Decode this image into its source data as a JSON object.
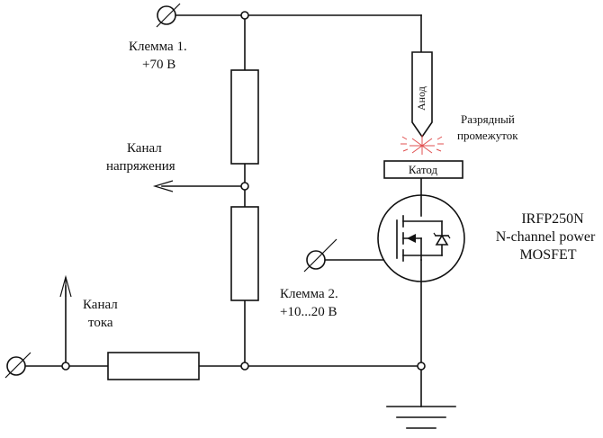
{
  "labels": {
    "terminal1_line1": "Клемма 1.",
    "terminal1_line2": "+70 В",
    "voltage_channel_line1": "Канал",
    "voltage_channel_line2": "напряжения",
    "current_channel_line1": "Канал",
    "current_channel_line2": "тока",
    "terminal2_line1": "Клемма 2.",
    "terminal2_line2": "+10...20 В",
    "anode": "Анод",
    "cathode": "Катод",
    "gap_line1": "Разрядный",
    "gap_line2": "промежуток",
    "mosfet_line1": "IRFP250N",
    "mosfet_line2": "N-channel power",
    "mosfet_line3": "MOSFET"
  },
  "colors": {
    "wire": "#111111",
    "spark": "#e05050",
    "background": "#ffffff"
  }
}
